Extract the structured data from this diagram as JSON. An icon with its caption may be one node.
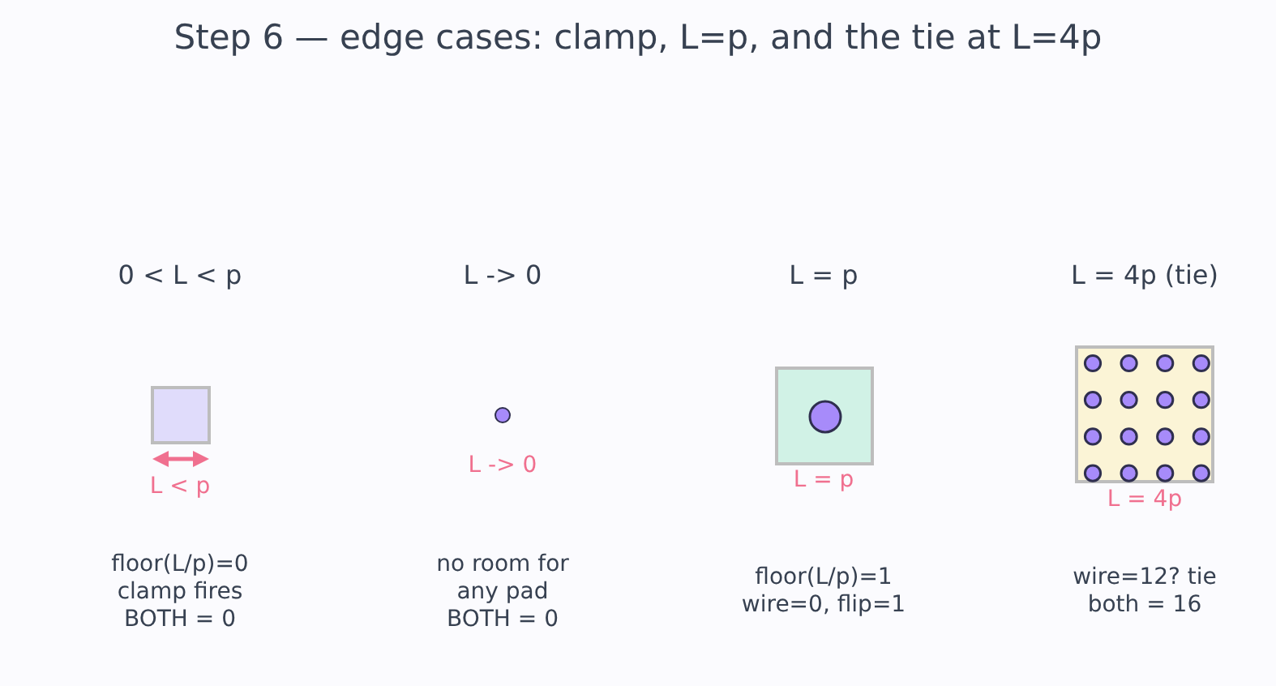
{
  "diagram": {
    "title": "Step 6 — edge cases: clamp, L=p, and the tie at L=4p",
    "nodes": [
      {
        "text": [],
        "shape": "box",
        "beside": [
          "L < p"
        ]
      },
      {
        "text": [],
        "shape": "circle",
        "beside": [
          "L -> 0"
        ]
      },
      {
        "text": [],
        "shape": "box",
        "beside": [
          "L = p"
        ]
      },
      {
        "text": [],
        "shape": "box",
        "beside": [
          "L = 4p"
        ]
      }
    ],
    "labels": [
      "0 < L < p",
      "L -> 0",
      "L = p",
      "L = 4p (tie)",
      "floor(L/p)=0 clamp fires BOTH = 0",
      "no room for any pad BOTH = 0",
      "floor(L/p)=1 wire=0, flip=1",
      "wire=12? tie both = 16"
    ]
  }
}
